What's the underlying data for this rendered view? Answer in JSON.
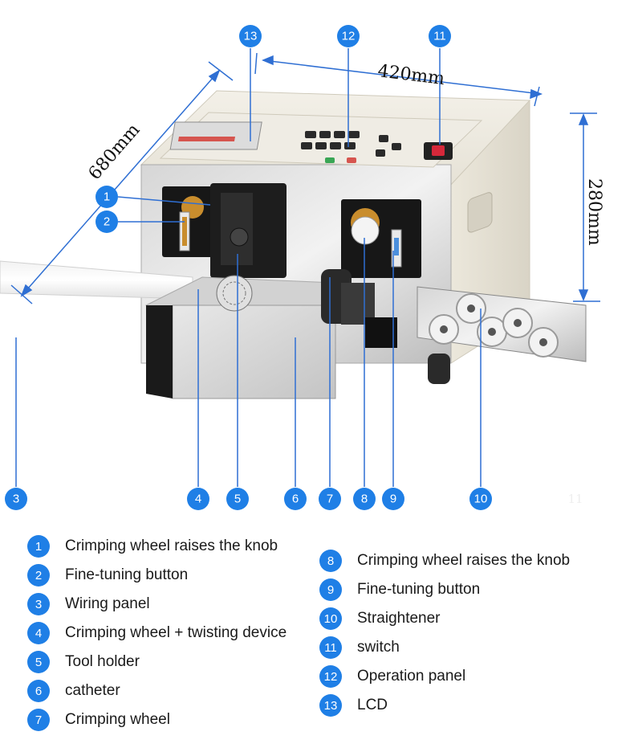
{
  "dimensions": {
    "width_label": "420mm",
    "depth_label": "680mm",
    "height_label": "280mm"
  },
  "badge_color": "#1f7fe6",
  "callouts": [
    "1",
    "2",
    "3",
    "4",
    "5",
    "6",
    "7",
    "8",
    "9",
    "10",
    "11",
    "12",
    "13"
  ],
  "faint_label": "11",
  "legend": {
    "left": [
      {
        "num": "1",
        "label": "Crimping wheel raises the knob"
      },
      {
        "num": "2",
        "label": "Fine-tuning button"
      },
      {
        "num": "3",
        "label": "Wiring panel"
      },
      {
        "num": "4",
        "label": "Crimping wheel + twisting device"
      },
      {
        "num": "5",
        "label": "Tool holder"
      },
      {
        "num": "6",
        "label": "catheter"
      },
      {
        "num": "7",
        "label": "Crimping wheel"
      }
    ],
    "right": [
      {
        "num": "8",
        "label": "Crimping wheel raises the knob"
      },
      {
        "num": "9",
        "label": "Fine-tuning button"
      },
      {
        "num": "10",
        "label": "Straightener"
      },
      {
        "num": "11",
        "label": "switch"
      },
      {
        "num": "12",
        "label": "Operation panel"
      },
      {
        "num": "13",
        "label": "LCD"
      }
    ]
  }
}
